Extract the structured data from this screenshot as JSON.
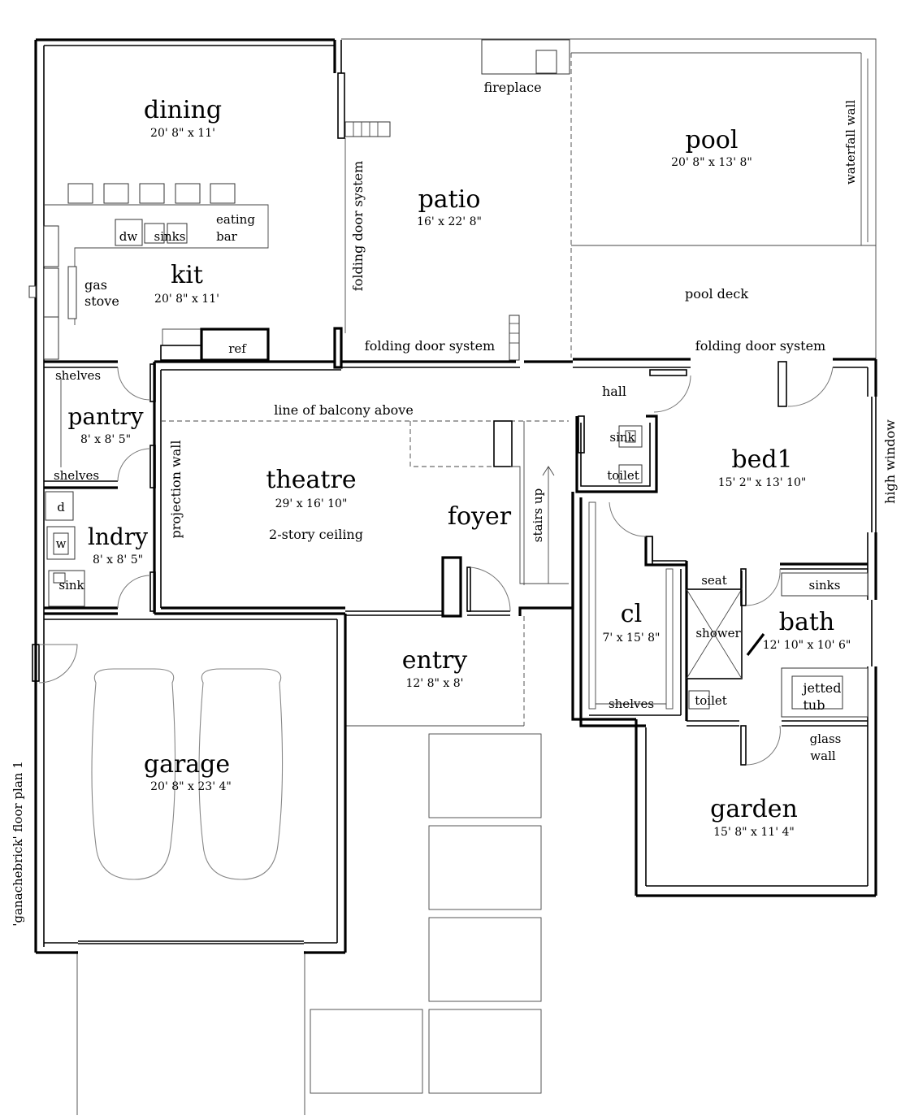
{
  "rooms": {
    "dining": {
      "name": "dining",
      "dim": "20' 8\" x 11'"
    },
    "kit": {
      "name": "kit",
      "dim": "20' 8\" x 11'"
    },
    "pantry": {
      "name": "pantry",
      "dim": "8' x 8' 5\""
    },
    "lndry": {
      "name": "lndry",
      "dim": "8' x 8' 5\""
    },
    "theatre": {
      "name": "theatre",
      "dim": "29' x 16' 10\""
    },
    "foyer": {
      "name": "foyer"
    },
    "entry": {
      "name": "entry",
      "dim": "12' 8\" x 8'"
    },
    "garage": {
      "name": "garage",
      "dim": "20' 8\" x 23' 4\""
    },
    "patio": {
      "name": "patio",
      "dim": "16' x 22' 8\""
    },
    "pool": {
      "name": "pool",
      "dim": "20' 8\" x 13' 8\""
    },
    "bed1": {
      "name": "bed1",
      "dim": "15' 2\" x 13' 10\""
    },
    "bath": {
      "name": "bath",
      "dim": "12' 10\" x 10' 6\""
    },
    "cl": {
      "name": "cl",
      "dim": "7' x 15' 8\""
    },
    "garden": {
      "name": "garden",
      "dim": "15' 8\" x 11' 4\""
    }
  },
  "labels": {
    "fireplace": "fireplace",
    "waterfall_wall": "waterfall wall",
    "pool_deck": "pool deck",
    "folding_door_vertical": "folding door system",
    "folding_door_patio": "folding door system",
    "folding_door_deck": "folding door system",
    "dw": "dw",
    "sinks_kit": "sinks",
    "eating": "eating",
    "bar": "bar",
    "gas": "gas",
    "stove": "stove",
    "ref": "ref",
    "shelves_top": "shelves",
    "shelves_bottom": "shelves",
    "d": "d",
    "w": "w",
    "sink_lndry": "sink",
    "projection_wall": "projection wall",
    "balcony_line": "line of balcony above",
    "two_story": "2-story ceiling",
    "stairs_up": "stairs up",
    "hall": "hall",
    "sink_hall": "sink",
    "toilet_hall": "toilet",
    "high_window": "high window",
    "seat": "seat",
    "sinks_bath": "sinks",
    "shower": "shower",
    "jetted": "jetted",
    "tub": "tub",
    "toilet_bath": "toilet",
    "glass": "glass",
    "wall": "wall",
    "shelves_cl": "shelves",
    "plan_title": "'ganachebrick' floor plan 1"
  }
}
